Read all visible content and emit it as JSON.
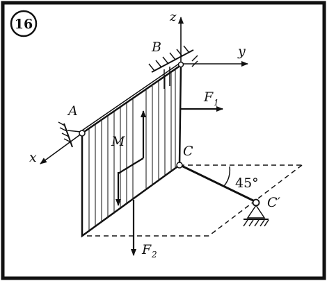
{
  "problem": {
    "number": "16"
  },
  "labels": {
    "z": "z",
    "y": "y",
    "x": "x",
    "A": "A",
    "B": "B",
    "C": "C",
    "C_prime": "C′",
    "M": "M",
    "F1": "F",
    "F1_sub": "1",
    "F2": "F",
    "F2_sub": "2",
    "angle": "45°"
  }
}
